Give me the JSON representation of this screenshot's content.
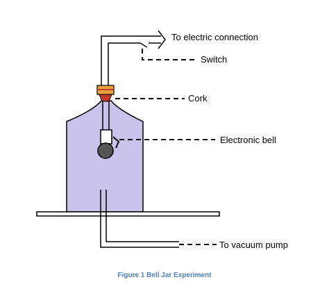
{
  "labels": {
    "electric": "To electric connection",
    "switch": "Switch",
    "cork": "Cork",
    "bell": "Electronic bell",
    "pump": "To vacuum pump"
  },
  "caption": "Figure 1 Bell Jar Experiment",
  "colors": {
    "jar_fill": "#c9c3ec",
    "cork": "#c0392b",
    "bell_dome": "#555555",
    "caption": "#4f81bd"
  }
}
